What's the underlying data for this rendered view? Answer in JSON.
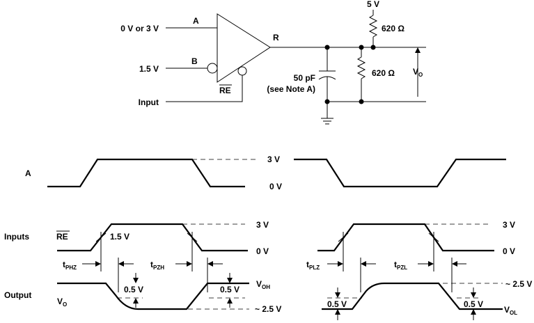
{
  "circuit": {
    "input_a_level": "0 V or 3 V",
    "pin_a": "A",
    "input_b_level": "1.5 V",
    "pin_b": "B",
    "pin_re": "RE",
    "input_label": "Input",
    "pin_r": "R",
    "supply": "5 V",
    "resistor_top": "620 Ω",
    "resistor_bottom": "620 Ω",
    "capacitor": "50 pF",
    "capacitor_note": "(see Note A)",
    "output_main": "V",
    "output_sub": "O"
  },
  "waveforms": {
    "a_label": "A",
    "a_high": "3 V",
    "a_low": "0 V",
    "inputs_label": "Inputs",
    "re_label": "RE",
    "re_threshold": "1.5 V",
    "re_high_left": "3 V",
    "re_low_left": "0 V",
    "re_high_right": "3 V",
    "re_low_right": "0 V",
    "tphz_main": "t",
    "tphz_sub": "PHZ",
    "tpzh_main": "t",
    "tpzh_sub": "PZH",
    "tplz_main": "t",
    "tplz_sub": "PLZ",
    "tpzl_main": "t",
    "tpzl_sub": "PZL",
    "output_label": "Output",
    "vo_main": "V",
    "vo_sub": "O",
    "delta_left_1": "0.5 V",
    "delta_left_2": "0.5 V",
    "voh_main": "V",
    "voh_sub": "OH",
    "approx_left": "~ 2.5 V",
    "approx_right": "~ 2.5 V",
    "delta_right_1": "0.5 V",
    "delta_right_2": "0.5 V",
    "vol_main": "V",
    "vol_sub": "OL"
  }
}
